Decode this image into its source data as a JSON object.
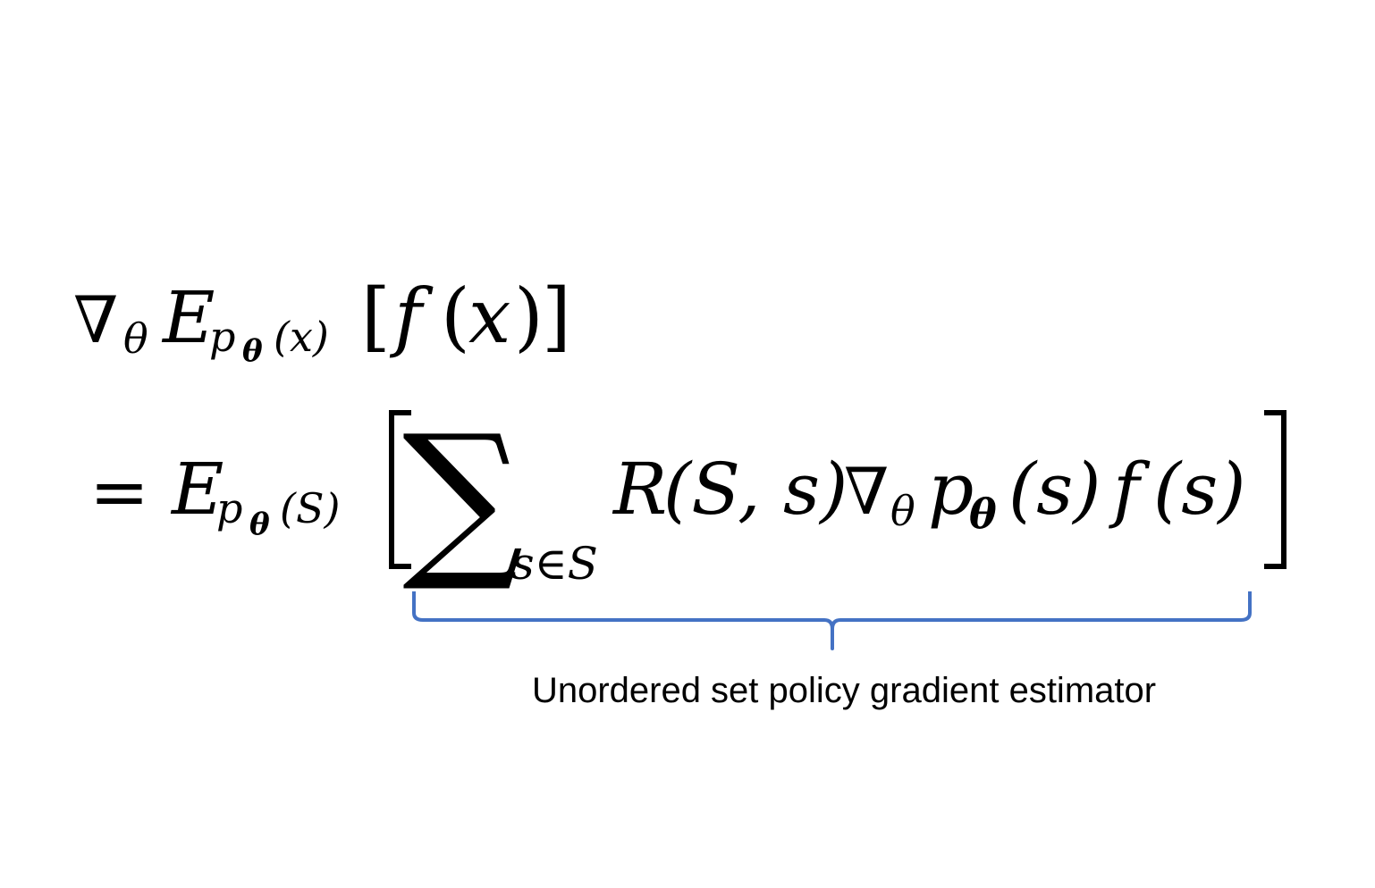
{
  "line1": {
    "nabla": "∇",
    "nabla_sub": "θ",
    "E": "E",
    "sub_p": "p",
    "sub_theta": "θ",
    "sub_arg": "(x)",
    "open_bracket": "[",
    "f": "f",
    "paren_open": "(",
    "x": "x",
    "paren_close": ")",
    "close_bracket": "]"
  },
  "line2": {
    "equals": "=",
    "E": "E",
    "sub_p": "p",
    "sub_theta": "θ",
    "sub_arg": "(S)",
    "sum_symbol": "∑",
    "sum_sub": "s∈S",
    "R": "R",
    "R_args": "(S, s)",
    "nabla": "∇",
    "nabla_sub": "θ",
    "p": "p",
    "p_sub": "θ",
    "p_arg": "(s)",
    "f": "f",
    "f_arg": "(s)"
  },
  "annotation": {
    "brace_color": "#4472c4",
    "label": "Unordered set policy gradient estimator"
  }
}
